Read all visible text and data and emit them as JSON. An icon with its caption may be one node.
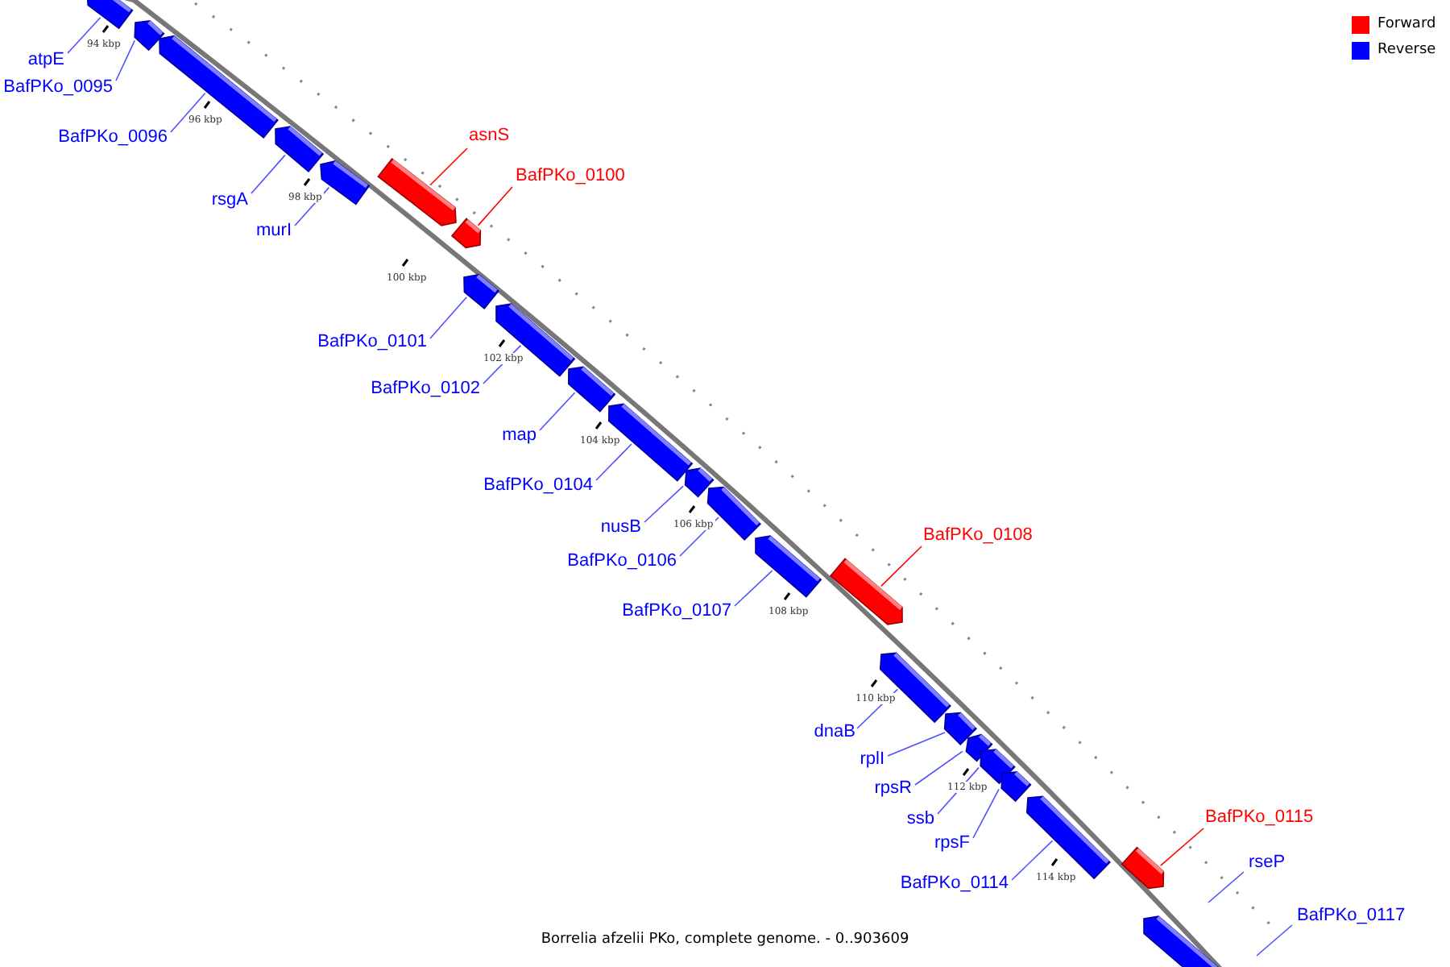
{
  "diagram": {
    "caption": "Borrelia afzelii PKo, complete genome. - 0..903609",
    "nodes": [
      {
        "text": [
          "atpE"
        ]
      },
      {
        "text": [],
        "shape": "bar"
      },
      {
        "text": [
          "BafPKo_0095"
        ]
      },
      {
        "text": [],
        "shape": "bar"
      },
      {
        "text": [
          "BafPKo_0096"
        ]
      },
      {
        "text": [],
        "shape": "bar"
      },
      {
        "text": [
          "rsgA"
        ]
      },
      {
        "text": [],
        "shape": "bar"
      },
      {
        "text": [
          "murI"
        ]
      },
      {
        "text": [],
        "shape": "bar"
      },
      {
        "text": [
          "asnS"
        ]
      },
      {
        "text": [],
        "shape": "bar"
      },
      {
        "text": [
          "BafPKo_0100"
        ]
      },
      {
        "text": [],
        "shape": "bar"
      },
      {
        "text": [
          "BafPKo_0101"
        ]
      },
      {
        "text": [],
        "shape": "bar"
      },
      {
        "text": [
          "BafPKo_0102"
        ]
      },
      {
        "text": [],
        "shape": "bar"
      },
      {
        "text": [
          "map"
        ]
      },
      {
        "text": [],
        "shape": "bar"
      },
      {
        "text": [
          "BafPKo_0104"
        ]
      },
      {
        "text": [],
        "shape": "bar"
      },
      {
        "text": [
          "nusB"
        ]
      },
      {
        "text": [],
        "shape": "bar"
      },
      {
        "text": [
          "BafPKo_0106"
        ]
      },
      {
        "text": [],
        "shape": "bar"
      },
      {
        "text": [
          "BafPKo_0107"
        ]
      },
      {
        "text": [],
        "shape": "bar"
      },
      {
        "text": [
          "BafPKo_0108"
        ]
      },
      {
        "text": [],
        "shape": "bar"
      },
      {
        "text": [
          "dnaB"
        ]
      },
      {
        "text": [],
        "shape": "bar"
      },
      {
        "text": [
          "rplI"
        ]
      },
      {
        "text": [],
        "shape": "bar"
      },
      {
        "text": [
          "rpsR"
        ]
      },
      {
        "text": [],
        "shape": "bar"
      },
      {
        "text": [
          "ssb"
        ]
      },
      {
        "text": [],
        "shape": "bar"
      },
      {
        "text": [
          "rpsF"
        ]
      },
      {
        "text": [],
        "shape": "bar"
      },
      {
        "text": [
          "BafPKo_0114"
        ]
      },
      {
        "text": [],
        "shape": "bar"
      },
      {
        "text": [
          "BafPKo_0115"
        ]
      },
      {
        "text": [],
        "shape": "bar"
      },
      {
        "text": [
          "rseP"
        ]
      },
      {
        "text": [
          "BafPKo_0117"
        ]
      },
      {
        "text": [],
        "shape": "bar"
      }
    ],
    "edges": [
      {
        "from": 0,
        "to": 1,
        "arrow": "none"
      },
      {
        "from": 2,
        "to": 3,
        "arrow": "none"
      },
      {
        "from": 4,
        "to": 5,
        "arrow": "none"
      },
      {
        "from": 6,
        "to": 7,
        "arrow": "none"
      },
      {
        "from": 8,
        "to": 9,
        "arrow": "none"
      },
      {
        "from": 10,
        "to": 11,
        "arrow": "none",
        "color": "#ff0000"
      },
      {
        "from": 12,
        "to": 13,
        "arrow": "none",
        "color": "#ff0000"
      },
      {
        "from": 14,
        "to": 15,
        "arrow": "none"
      },
      {
        "from": 16,
        "to": 17,
        "arrow": "none"
      },
      {
        "from": 18,
        "to": 19,
        "arrow": "none"
      },
      {
        "from": 20,
        "to": 21,
        "arrow": "none"
      },
      {
        "from": 22,
        "to": 23,
        "arrow": "none"
      },
      {
        "from": 24,
        "to": 25,
        "arrow": "none"
      },
      {
        "from": 26,
        "to": 27,
        "arrow": "none"
      },
      {
        "from": 28,
        "to": 29,
        "arrow": "none",
        "color": "#ff0000"
      },
      {
        "from": 30,
        "to": 31,
        "arrow": "none"
      },
      {
        "from": 32,
        "to": 33,
        "arrow": "none"
      },
      {
        "from": 34,
        "to": 35,
        "arrow": "none"
      },
      {
        "from": 36,
        "to": 37,
        "arrow": "none"
      },
      {
        "from": 38,
        "to": 39,
        "arrow": "none"
      },
      {
        "from": 40,
        "to": 41,
        "arrow": "none"
      },
      {
        "from": 42,
        "to": 43,
        "arrow": "none",
        "color": "#ff0000"
      },
      {
        "from": 44,
        "to": null,
        "arrow": "none"
      },
      {
        "from": 45,
        "to": null,
        "arrow": "none"
      }
    ],
    "labels": [
      "94 kbp",
      "96 kbp",
      "98 kbp",
      "100 kbp",
      "102 kbp",
      "104 kbp",
      "106 kbp",
      "108 kbp",
      "110 kbp",
      "112 kbp",
      "114 kbp"
    ],
    "legend": [
      {
        "text": "Forward",
        "color": "#ff0000"
      },
      {
        "text": "Reverse",
        "color": "#0000ff"
      }
    ]
  }
}
